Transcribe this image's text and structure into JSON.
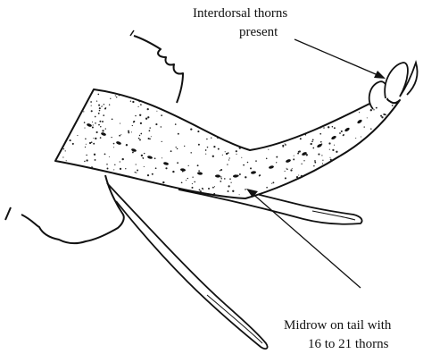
{
  "annotations": {
    "interdorsal": {
      "line1": "Interdorsal thorns",
      "line2": "present"
    },
    "midrow": {
      "line1": "Midrow on tail with",
      "line2": "16 to 21 thorns"
    }
  },
  "colors": {
    "ink": "#111111",
    "background": "#ffffff"
  }
}
